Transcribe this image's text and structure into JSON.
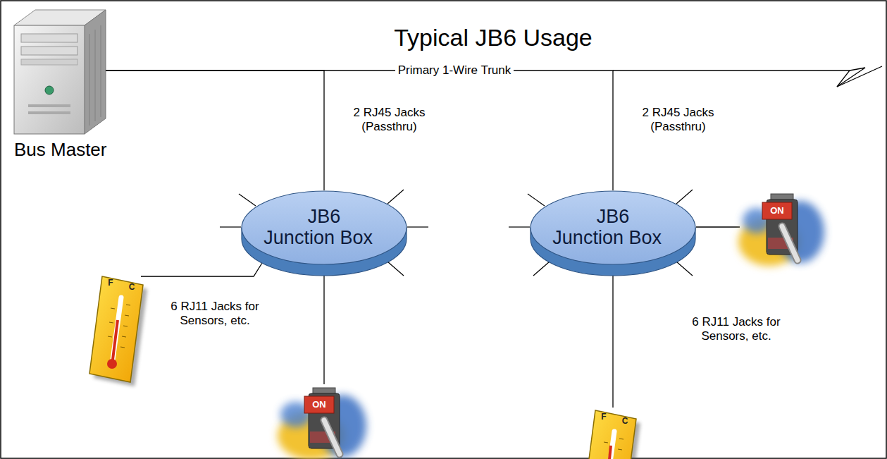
{
  "diagram": {
    "title": "Typical JB6 Usage",
    "nodes": [
      {
        "text": [
          "Bus Master"
        ]
      },
      {
        "text": [
          "JB6 Junction Box"
        ]
      },
      {
        "text": [
          "JB6 Junction Box"
        ]
      }
    ],
    "edges": [
      {
        "from": 0,
        "to": 1,
        "arrow": "none"
      },
      {
        "from": 0,
        "to": 2,
        "arrow": "none",
        "label": "Primary 1-Wire Trunk"
      }
    ],
    "labels": [
      "2 RJ45 Jacks (Passthru)",
      "2 RJ45 Jacks (Passthru)",
      "6 RJ11 Jacks for Sensors, etc.",
      "6 RJ11 Jacks for Sensors, etc.",
      "F",
      "C",
      "F",
      "C",
      "ON",
      "ON"
    ]
  }
}
